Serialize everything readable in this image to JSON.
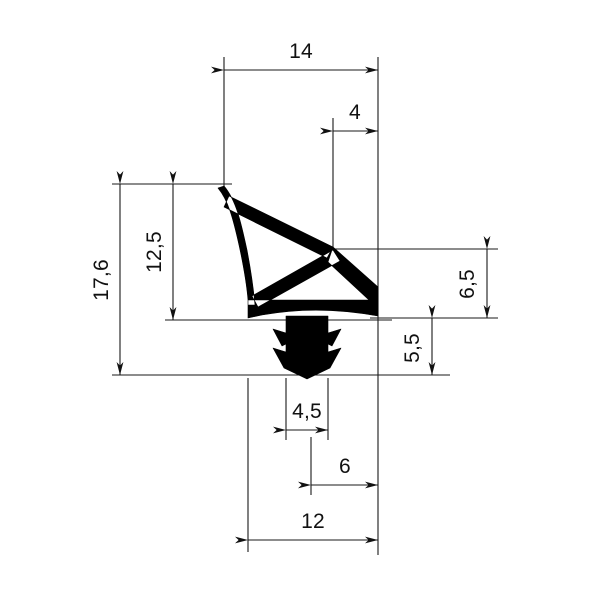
{
  "drawing": {
    "kind": "technical-drawing",
    "subject": "rubber-seal-profile-cross-section",
    "units": "mm",
    "background_color": "#ffffff",
    "line_color": "#1a1a1a",
    "profile_color": "#000000",
    "dimensions": {
      "overall_width_top": "14",
      "tip_offset_top": "4",
      "overall_height": "17,6",
      "body_height": "12,5",
      "right_upper_height": "6,5",
      "foot_height": "5,5",
      "foot_width": "4,5",
      "foot_offset": "6",
      "base_width": "12"
    },
    "labels": [
      {
        "id": "w14",
        "text": "14",
        "orientation": "horizontal"
      },
      {
        "id": "w4",
        "text": "4",
        "orientation": "horizontal"
      },
      {
        "id": "h176",
        "text": "17,6",
        "orientation": "vertical"
      },
      {
        "id": "h125",
        "text": "12,5",
        "orientation": "vertical"
      },
      {
        "id": "h65",
        "text": "6,5",
        "orientation": "vertical"
      },
      {
        "id": "h55",
        "text": "5,5",
        "orientation": "vertical"
      },
      {
        "id": "w45",
        "text": "4,5",
        "orientation": "horizontal"
      },
      {
        "id": "w6",
        "text": "6",
        "orientation": "horizontal"
      },
      {
        "id": "w12",
        "text": "12",
        "orientation": "horizontal"
      }
    ]
  }
}
